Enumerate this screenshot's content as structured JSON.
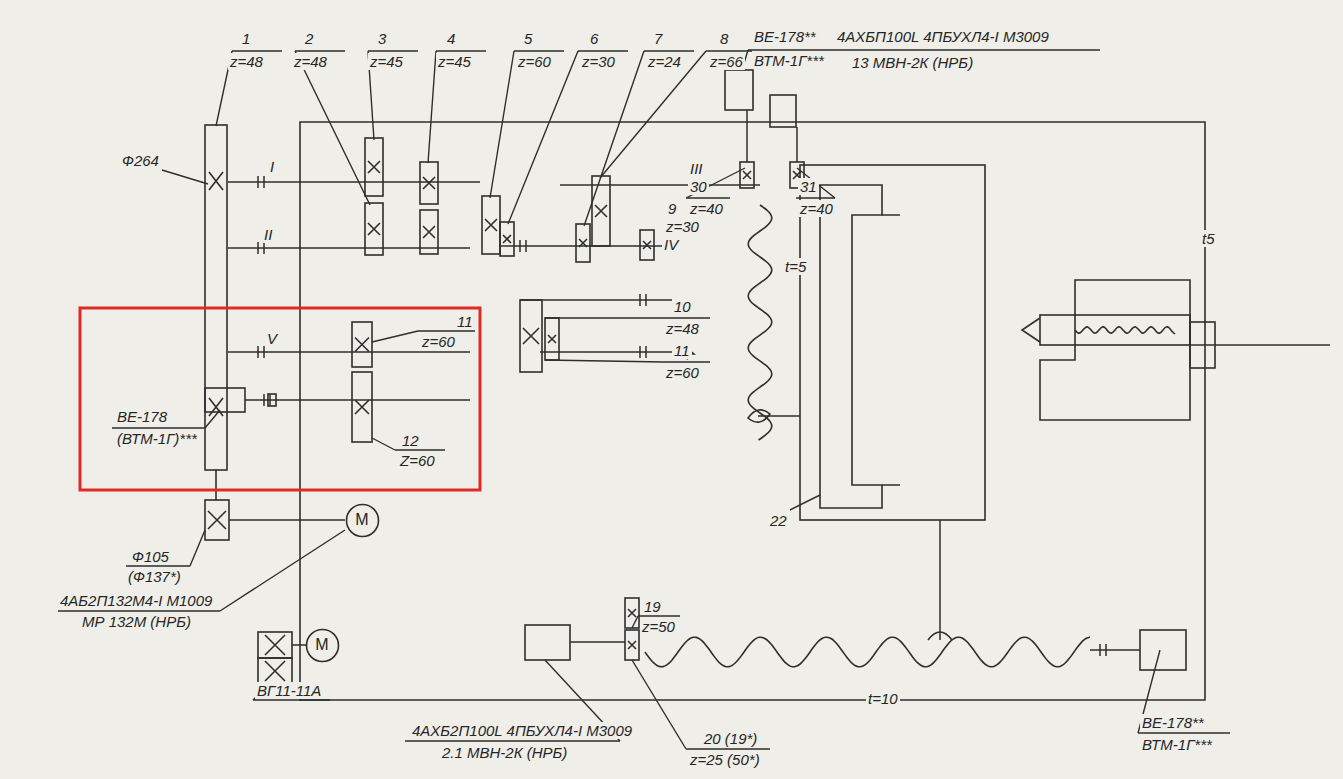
{
  "diagram": {
    "nodes": [
      {
        "text": [
          "М"
        ]
      },
      {
        "text": [
          "М"
        ]
      }
    ],
    "labels": [
      "1",
      "z=48",
      "2",
      "z=48",
      "3",
      "z=45",
      "4",
      "z=45",
      "5",
      "z=60",
      "6",
      "z=30",
      "7",
      "z=24",
      "8",
      "z=66",
      "ВЕ-178**",
      "ВТМ-1Г***",
      "4АХБП100L 4ПБУХЛ4-I М3009",
      "13 МВН-2К (НРБ)",
      "Ф264",
      "I",
      "II",
      "III",
      "IV",
      "V",
      "30",
      "z=40",
      "31",
      "z=40",
      "9",
      "z=30",
      "10",
      "z=48",
      "11",
      "z=60",
      "t=5",
      "t5",
      "11",
      "z=60",
      "12",
      "Z=60",
      "ВЕ-178",
      "(ВТМ-1Г)***",
      "Ф105",
      "(Ф137*)",
      "4АБ2П132М4-I М1009",
      "МР 132М (НРБ)",
      "ВГ11-11А",
      "4АХБ2П100L 4ПБУХЛ4-I М3009",
      "2.1 МВН-2К (НРБ)",
      "19",
      "z=50",
      "20 (19*)",
      "z=25 (50*)",
      "t=10",
      "22",
      "ВЕ-178**",
      "ВТМ-1Г***"
    ]
  }
}
